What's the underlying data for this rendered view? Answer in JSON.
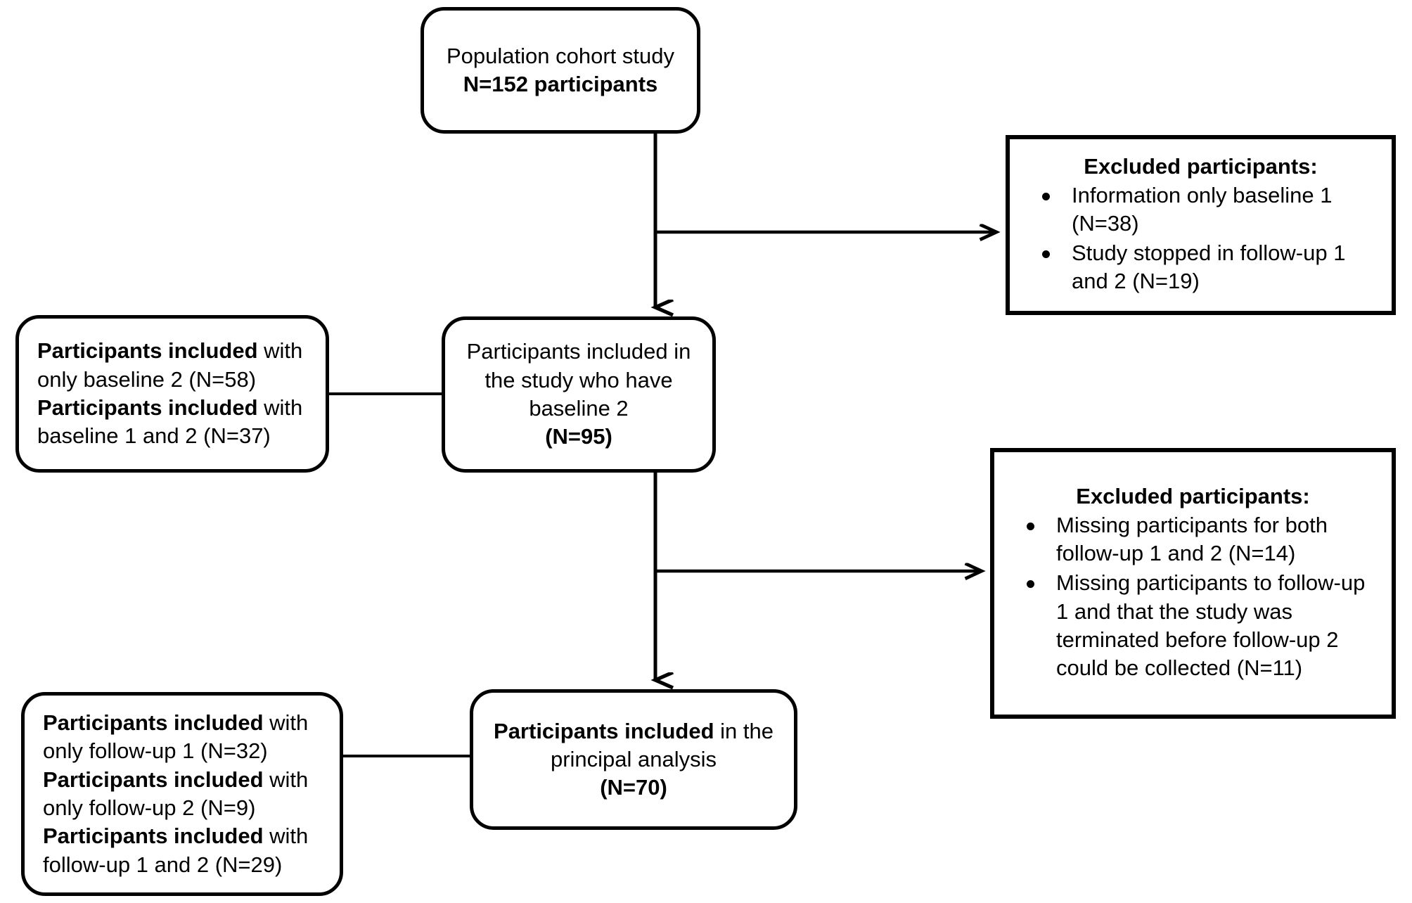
{
  "figure": {
    "type": "flowchart",
    "title": "Participant flow diagram",
    "colors": {
      "stroke": "#000000",
      "background": "#ffffff",
      "text": "#000000"
    }
  },
  "nodes": {
    "cohort": {
      "shape": "rounded-rectangle",
      "line1": "Population cohort study",
      "line2": "N=152 participants"
    },
    "excluded_1": {
      "shape": "rectangle",
      "heading": "Excluded participants:",
      "bullets": [
        "Information only baseline 1 (N=38)",
        "Study stopped in follow-up 1 and 2 (N=19)"
      ]
    },
    "baseline_side": {
      "shape": "rounded-rectangle",
      "lines": [
        {
          "bold": "Participants included",
          "rest": " with only baseline 2 (N=58)"
        },
        {
          "bold": "Participants included",
          "rest": " with baseline 1 and 2 (N=37)"
        }
      ]
    },
    "baseline_main": {
      "shape": "rounded-rectangle",
      "line1": "Participants included in the study who have baseline 2",
      "line2": "(N=95)"
    },
    "excluded_2": {
      "shape": "rectangle",
      "heading": "Excluded participants:",
      "bullets": [
        "Missing participants for both follow-up 1 and 2 (N=14)",
        "Missing participants to follow-up 1 and that the study was terminated before follow-up 2 could be collected (N=11)"
      ]
    },
    "followup_side": {
      "shape": "rounded-rectangle",
      "lines": [
        {
          "bold": "Participants included",
          "rest": " with only follow-up 1 (N=32)"
        },
        {
          "bold": "Participants included",
          "rest": " with only follow-up 2 (N=9)"
        },
        {
          "bold": "Participants included",
          "rest": " with follow-up 1 and 2 (N=29)"
        }
      ]
    },
    "analysis": {
      "shape": "rounded-rectangle",
      "bold": "Participants included",
      "rest": " in the principal analysis",
      "line2": "(N=70)"
    }
  },
  "edges": [
    {
      "from": "cohort",
      "to": "baseline_main",
      "style": "arrow-down"
    },
    {
      "from": "cohort",
      "to": "excluded_1",
      "style": "arrow-right"
    },
    {
      "from": "baseline_side",
      "to": "baseline_main",
      "style": "plain-line"
    },
    {
      "from": "baseline_main",
      "to": "analysis",
      "style": "arrow-down"
    },
    {
      "from": "baseline_main",
      "to": "excluded_2",
      "style": "arrow-right"
    },
    {
      "from": "followup_side",
      "to": "analysis",
      "style": "plain-line"
    }
  ]
}
